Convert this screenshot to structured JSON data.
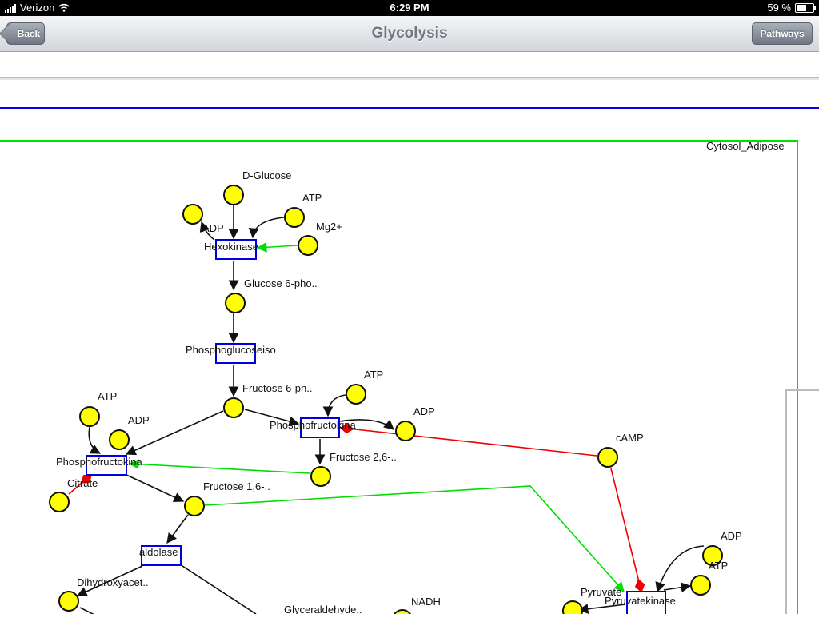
{
  "status_bar": {
    "carrier": "Verizon",
    "time": "6:29 PM",
    "battery": "59 %",
    "battery_level": 0.59
  },
  "nav": {
    "back_label": "Back",
    "title": "Glycolysis",
    "right_label": "Pathways"
  },
  "compartment": {
    "label": "Cytosol_Adipose"
  },
  "colors": {
    "border": "#00e000",
    "node": "#ffff00",
    "enzyme": "#0000dd",
    "activator": "#00dd00",
    "inhibitor": "#ee0000",
    "orange_line": "#e8a000",
    "blue_line": "#0000ee"
  },
  "pathway": {
    "metabolites": {
      "d_glucose": "D-Glucose",
      "atp_1": "ATP",
      "adp_1": "ADP",
      "mg2": "Mg2+",
      "glucose_6p": "Glucose 6-pho..",
      "fructose_6p": "Fructose 6-ph..",
      "atp_2": "ATP",
      "adp_2": "ADP",
      "camp": "cAMP",
      "fructose_26": "Fructose 2,6-..",
      "atp_3": "ATP",
      "adp_3": "ADP",
      "citrate": "Citrate",
      "fructose_16": "Fructose 1,6-..",
      "dihydroxyacet": "Dihydroxyacet..",
      "glyceraldehyde": "Glyceraldehyde..",
      "nadh": "NADH",
      "pyruvate": "Pyruvate",
      "adp_4": "ADP",
      "atp_4": "ATP"
    },
    "enzymes": {
      "hexokinase": "Hexokinase",
      "phosphoglucoseiso": "Phosphoglucoseiso",
      "phosphofructokina_1": "Phosphofructokina",
      "phosphofructokina_2": "Phosphofructokina",
      "aldolase": "aldolase",
      "pyruvatekinase": "Pyruvatekinase"
    }
  }
}
